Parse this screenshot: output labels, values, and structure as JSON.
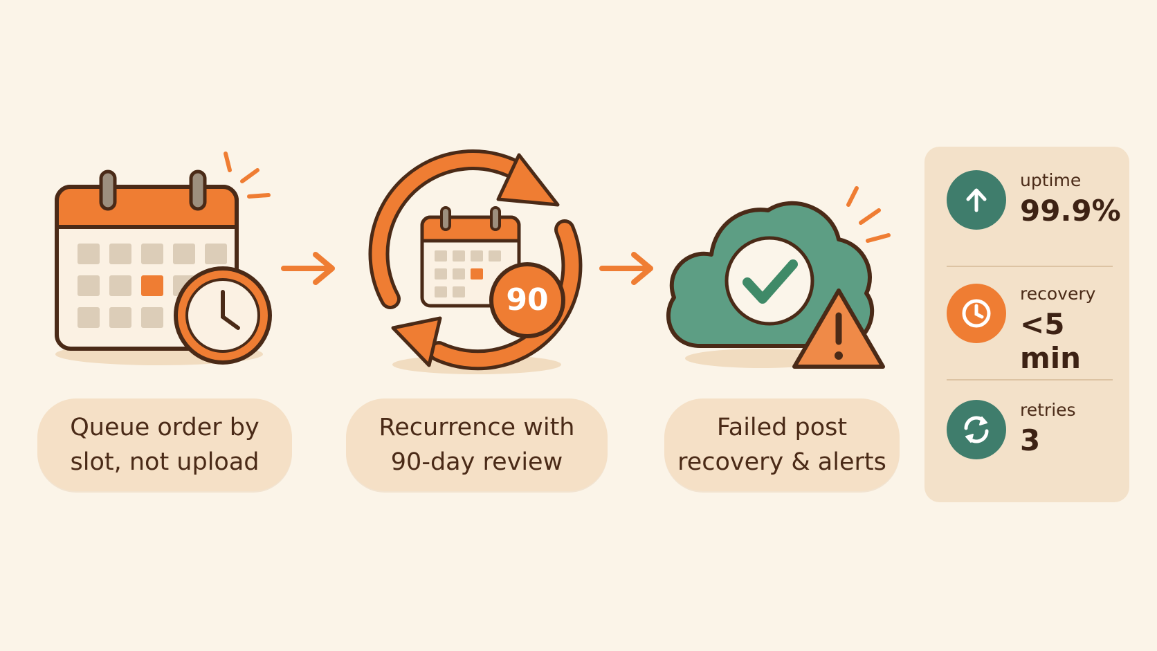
{
  "steps": [
    {
      "line1": "Queue order by",
      "line2": "slot, not upload"
    },
    {
      "line1": "Recurrence with",
      "line2": "90-day review"
    },
    {
      "line1": "Failed post",
      "line2": "recovery & alerts"
    }
  ],
  "badge_number": "90",
  "stats": [
    {
      "label": "uptime",
      "value": "99.9%",
      "icon": "arrow-up-icon",
      "color": "#3f7d6c"
    },
    {
      "label": "recovery",
      "value": "<5 min",
      "icon": "clock-icon",
      "color": "#ef7d33"
    },
    {
      "label": "retries",
      "value": "3",
      "icon": "refresh-icon",
      "color": "#3f7d6c"
    }
  ],
  "colors": {
    "orange": "#ef7d33",
    "green": "#5d9e84",
    "brown": "#4a2a17",
    "cream": "#fbf4e8",
    "pill": "#f5e0c6"
  }
}
